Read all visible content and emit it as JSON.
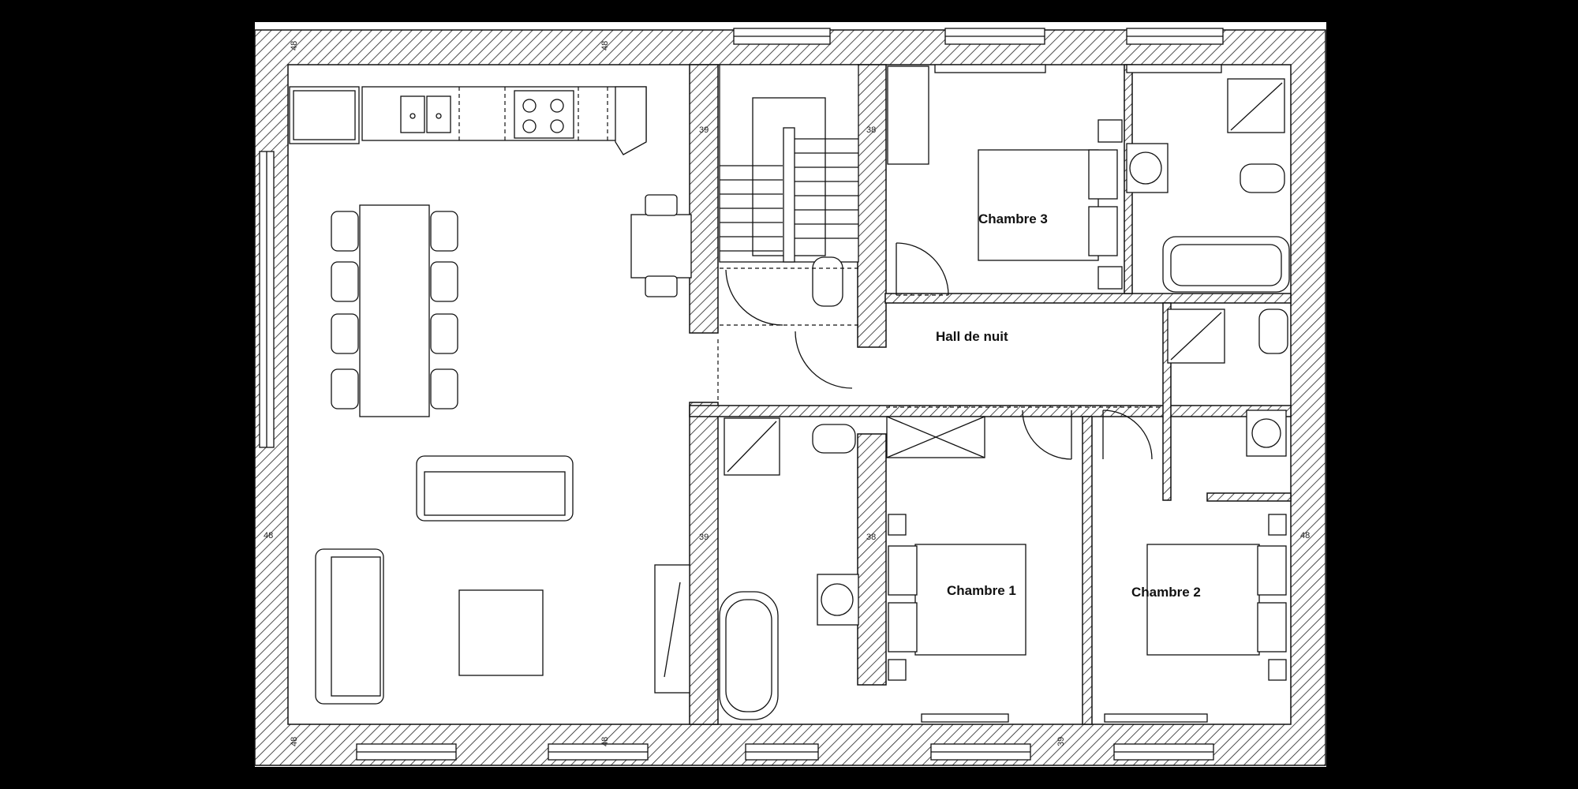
{
  "rooms": {
    "chambre3": "Chambre 3",
    "hall": "Hall de nuit",
    "chambre1": "Chambre 1",
    "chambre2": "Chambre 2"
  },
  "dimensions": {
    "d48": "48",
    "d38": "38",
    "d39": "39"
  },
  "colors": {
    "background": "#000000",
    "paper": "#ffffff",
    "ink": "#111111"
  }
}
